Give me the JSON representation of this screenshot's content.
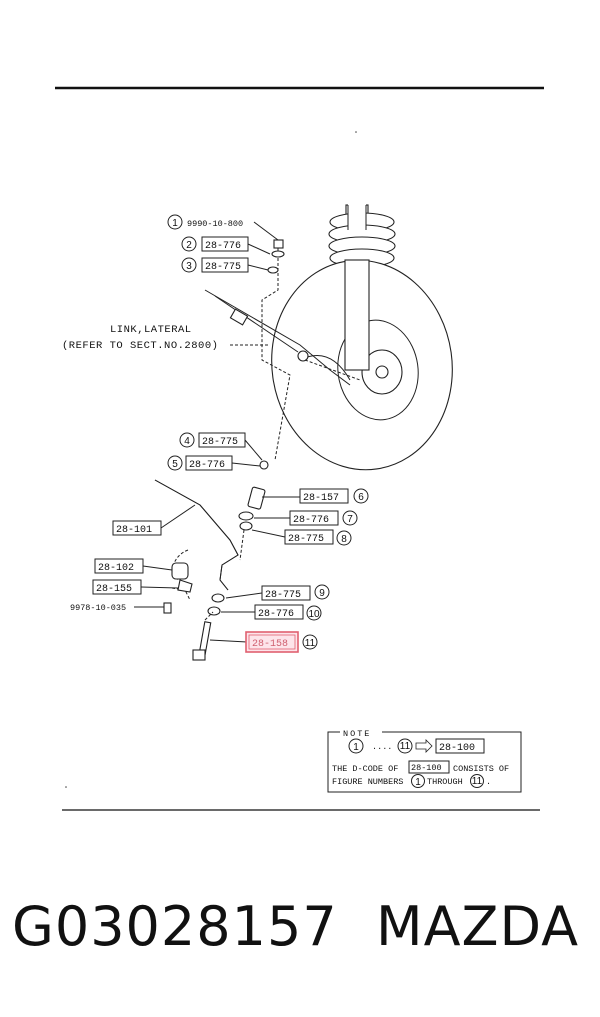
{
  "callouts": [
    {
      "num": "1",
      "code": "9990-10-800"
    },
    {
      "num": "2",
      "code": "28-776"
    },
    {
      "num": "3",
      "code": "28-775"
    },
    {
      "num": "4",
      "code": "28-775"
    },
    {
      "num": "5",
      "code": "28-776"
    },
    {
      "num": "6",
      "code": "28-157"
    },
    {
      "num": "7",
      "code": "28-776"
    },
    {
      "num": "8",
      "code": "28-775"
    },
    {
      "num": "9",
      "code": "28-775"
    },
    {
      "num": "10",
      "code": "28-776"
    },
    {
      "num": "11",
      "code": "28-158"
    }
  ],
  "unnumbered_parts": [
    "28-101",
    "28-102",
    "28-155",
    "9978-10-035"
  ],
  "lateral_link": {
    "line1": "LINK,LATERAL",
    "line2": "(REFER TO SECT.NO.2800)"
  },
  "note": {
    "title": "NOTE",
    "range_start": "1",
    "range_end": "11",
    "range_code": "28-100",
    "line1_pre": "THE D-CODE OF",
    "line1_code": "28-100",
    "line1_post": "CONSISTS OF",
    "line2_pre": "FIGURE NUMBERS",
    "line2_mid": "THROUGH",
    "line2_end": "."
  },
  "highlight_color": "#e06070",
  "footer": {
    "part_number": "G03028157",
    "brand": "MAZDA"
  }
}
